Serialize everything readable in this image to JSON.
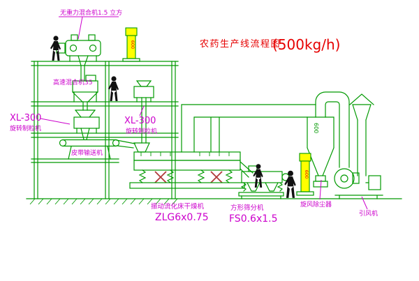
{
  "title": {
    "main": "农药生产线流程图",
    "capacity": "(500kg/h)"
  },
  "colors": {
    "line_green": "#009900",
    "label_magenta": "#cc00cc",
    "title_red": "#e60000",
    "cabinet_yellow": "#ffff00",
    "figure_black": "#111111"
  },
  "labels": {
    "horizontal_mixer": "无重力混合机1.5 立方",
    "high_speed_mixer": "高速混合机35",
    "granulator_left_model": "XL-300",
    "granulator_left_name": "旋转制粒机",
    "granulator_right_model": "XL-300",
    "granulator_right_name": "旋转制粒机",
    "belt_conveyor": "皮带输送机",
    "fluid_bed_dryer": "振动流化床干燥机",
    "fluid_bed_model": "ZLG6x0.75",
    "square_sieve": "方形筛分机",
    "square_sieve_model": "FS0.6x1.5",
    "cyclone": "旋风除尘器",
    "induced_draft_fan": "引风机",
    "duct_size": "600",
    "elevator_top_mark": "600",
    "elevator_right_mark": "600"
  }
}
